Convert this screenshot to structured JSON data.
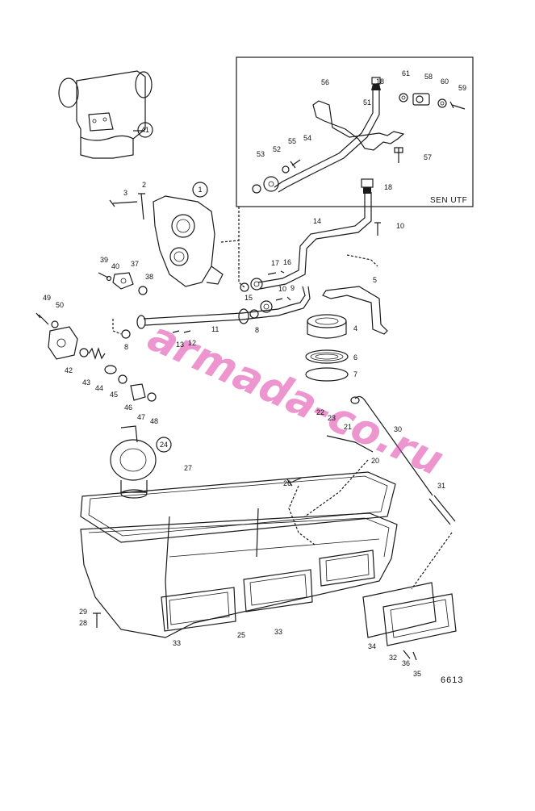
{
  "diagram": {
    "box_label": "SEN UTF",
    "figure_number": "6613",
    "watermark": "armada-co.ru",
    "callouts": [
      {
        "id": "c41",
        "text": "41",
        "circled": true
      },
      {
        "id": "c1",
        "text": "1",
        "circled": true
      },
      {
        "id": "c24",
        "text": "24",
        "circled": true
      },
      {
        "id": "c2",
        "text": "2"
      },
      {
        "id": "c3",
        "text": "3"
      },
      {
        "id": "c4",
        "text": "4"
      },
      {
        "id": "c5",
        "text": "5"
      },
      {
        "id": "c6",
        "text": "6"
      },
      {
        "id": "c7",
        "text": "7"
      },
      {
        "id": "c8a",
        "text": "8"
      },
      {
        "id": "c8b",
        "text": "8"
      },
      {
        "id": "c9",
        "text": "9"
      },
      {
        "id": "c10",
        "text": "10"
      },
      {
        "id": "c10b",
        "text": "10"
      },
      {
        "id": "c11",
        "text": "11"
      },
      {
        "id": "c12",
        "text": "12"
      },
      {
        "id": "c13",
        "text": "13"
      },
      {
        "id": "c14",
        "text": "14"
      },
      {
        "id": "c15",
        "text": "15"
      },
      {
        "id": "c16",
        "text": "16"
      },
      {
        "id": "c17",
        "text": "17"
      },
      {
        "id": "c18a",
        "text": "18"
      },
      {
        "id": "c18b",
        "text": "18"
      },
      {
        "id": "c20",
        "text": "20"
      },
      {
        "id": "c21",
        "text": "21"
      },
      {
        "id": "c22",
        "text": "22"
      },
      {
        "id": "c23",
        "text": "23"
      },
      {
        "id": "c25",
        "text": "25"
      },
      {
        "id": "c26",
        "text": "26"
      },
      {
        "id": "c27",
        "text": "27"
      },
      {
        "id": "c28",
        "text": "28"
      },
      {
        "id": "c29",
        "text": "29"
      },
      {
        "id": "c30",
        "text": "30"
      },
      {
        "id": "c31",
        "text": "31"
      },
      {
        "id": "c32",
        "text": "32"
      },
      {
        "id": "c33a",
        "text": "33"
      },
      {
        "id": "c33b",
        "text": "33"
      },
      {
        "id": "c34",
        "text": "34"
      },
      {
        "id": "c35",
        "text": "35"
      },
      {
        "id": "c36",
        "text": "36"
      },
      {
        "id": "c37",
        "text": "37"
      },
      {
        "id": "c38",
        "text": "38"
      },
      {
        "id": "c39",
        "text": "39"
      },
      {
        "id": "c40",
        "text": "40"
      },
      {
        "id": "c42",
        "text": "42"
      },
      {
        "id": "c43",
        "text": "43"
      },
      {
        "id": "c44",
        "text": "44"
      },
      {
        "id": "c45",
        "text": "45"
      },
      {
        "id": "c46",
        "text": "46"
      },
      {
        "id": "c47",
        "text": "47"
      },
      {
        "id": "c48",
        "text": "48"
      },
      {
        "id": "c49",
        "text": "49"
      },
      {
        "id": "c50",
        "text": "50"
      },
      {
        "id": "c51",
        "text": "51"
      },
      {
        "id": "c52",
        "text": "52"
      },
      {
        "id": "c53",
        "text": "53"
      },
      {
        "id": "c54",
        "text": "54"
      },
      {
        "id": "c55",
        "text": "55"
      },
      {
        "id": "c56",
        "text": "56"
      },
      {
        "id": "c57",
        "text": "57"
      },
      {
        "id": "c58",
        "text": "58"
      },
      {
        "id": "c59",
        "text": "59"
      },
      {
        "id": "c60",
        "text": "60"
      },
      {
        "id": "c61",
        "text": "61"
      }
    ]
  }
}
